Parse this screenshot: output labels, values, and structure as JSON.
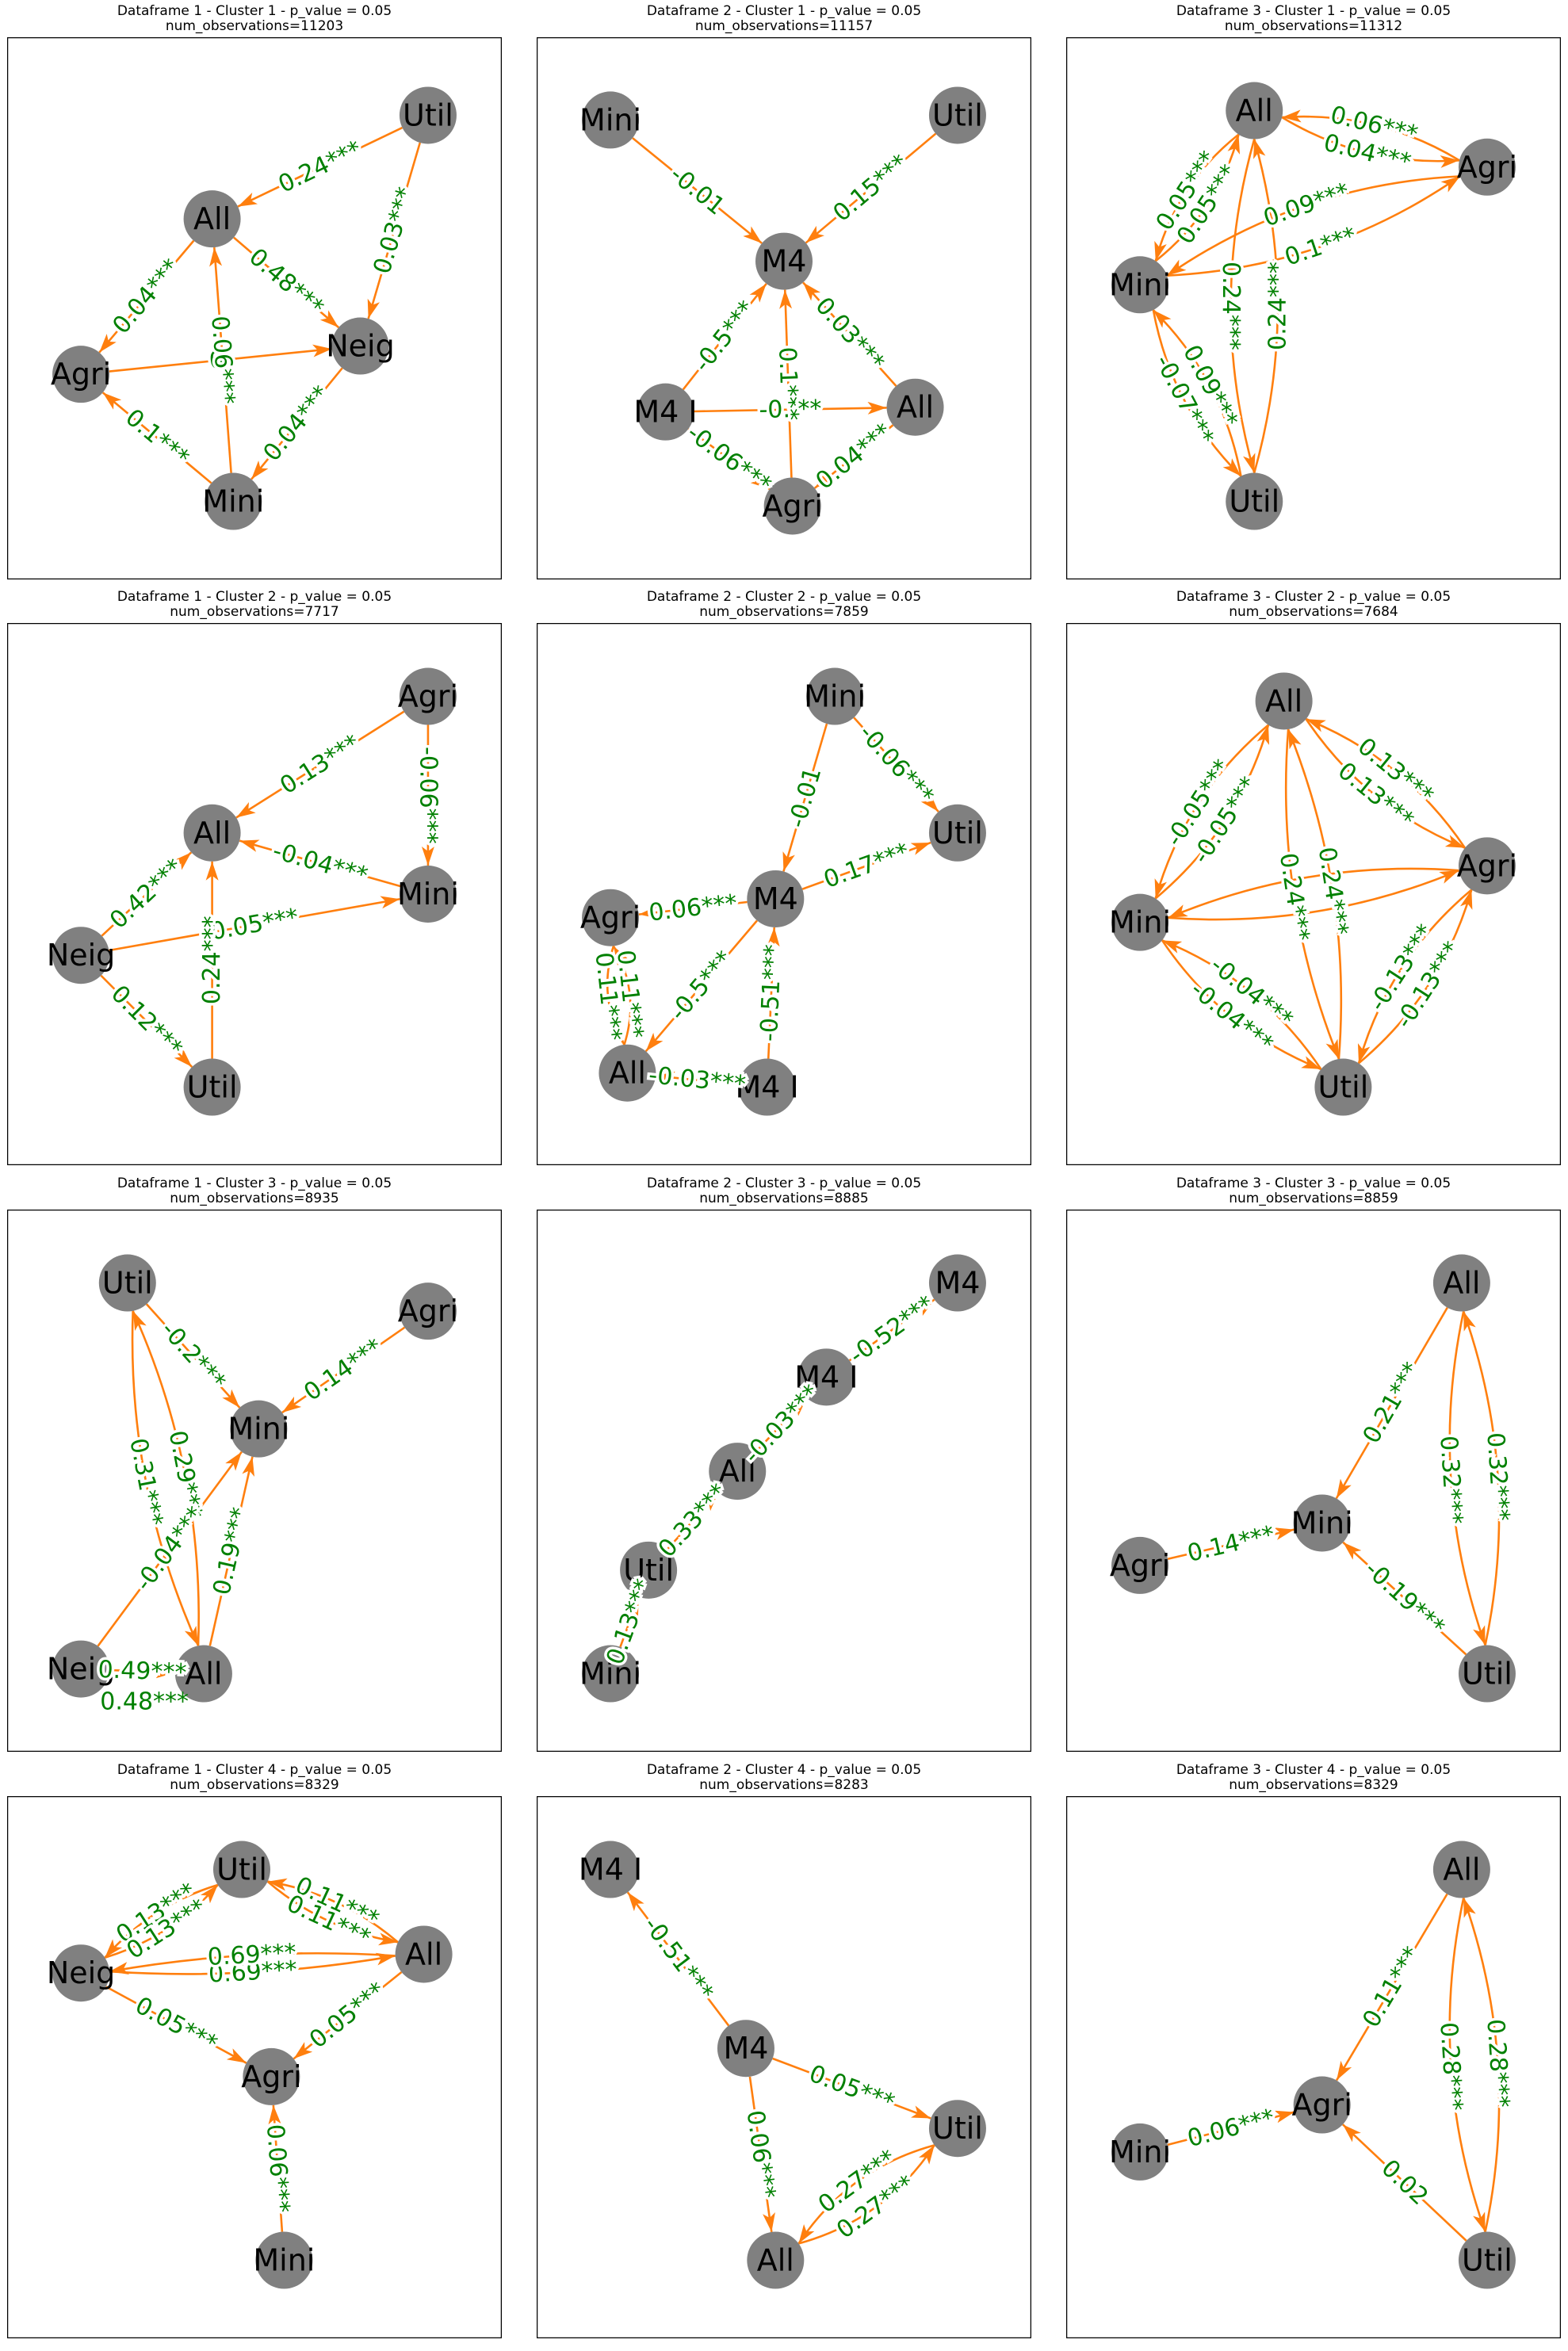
{
  "colors": {
    "node": "#808080",
    "edge": "#ff7f0e",
    "edge_label": "#008000",
    "frame": "#000000",
    "background": "#ffffff"
  },
  "panels": [
    {
      "title": "Dataframe 1 - Cluster 1 - p_value = 0.05",
      "subtitle": "num_observations=11203",
      "nodes": [
        {
          "id": "Util",
          "label": "Util",
          "p": [
            0.91,
            0.09
          ]
        },
        {
          "id": "All",
          "label": "All",
          "p": [
            0.4,
            0.31
          ]
        },
        {
          "id": "Neig",
          "label": "Neig",
          "p": [
            0.75,
            0.58
          ]
        },
        {
          "id": "Agri",
          "label": "Agri",
          "p": [
            0.09,
            0.64
          ]
        },
        {
          "id": "Mini",
          "label": "Mini",
          "p": [
            0.45,
            0.91
          ]
        }
      ],
      "edges": [
        {
          "from": "Util",
          "to": "All",
          "label": "0.24***"
        },
        {
          "from": "Util",
          "to": "Neig",
          "label": "0.03***"
        },
        {
          "from": "All",
          "to": "Agri",
          "label": "0.04***"
        },
        {
          "from": "All",
          "to": "Neig",
          "label": "0.48***"
        },
        {
          "from": "Agri",
          "to": "Neig",
          "label": "0."
        },
        {
          "from": "Mini",
          "to": "All",
          "label": "0.06***"
        },
        {
          "from": "Mini",
          "to": "Agri",
          "label": "0.1***"
        },
        {
          "from": "Neig",
          "to": "Mini",
          "label": "0.04***"
        }
      ]
    },
    {
      "title": "Dataframe 2 - Cluster 1 - p_value = 0.05",
      "subtitle": "num_observations=11157",
      "nodes": [
        {
          "id": "Mini",
          "label": "Mini",
          "p": [
            0.09,
            0.1
          ]
        },
        {
          "id": "Util",
          "label": "Util",
          "p": [
            0.91,
            0.09
          ]
        },
        {
          "id": "M4",
          "label": "M4",
          "p": [
            0.5,
            0.4
          ]
        },
        {
          "id": "M4I",
          "label": "M4 I",
          "p": [
            0.22,
            0.72
          ]
        },
        {
          "id": "All",
          "label": "All",
          "p": [
            0.81,
            0.71
          ]
        },
        {
          "id": "Agri",
          "label": "Agri",
          "p": [
            0.52,
            0.92
          ]
        }
      ],
      "edges": [
        {
          "from": "Mini",
          "to": "M4",
          "label": "-0.01"
        },
        {
          "from": "Util",
          "to": "M4",
          "label": "0.15***"
        },
        {
          "from": "M4I",
          "to": "M4",
          "label": "-0.5***"
        },
        {
          "from": "Agri",
          "to": "M4",
          "label": "0.1***"
        },
        {
          "from": "All",
          "to": "M4",
          "label": "0.03***"
        },
        {
          "from": "M4I",
          "to": "All",
          "label": "-0.      **"
        },
        {
          "from": "M4I",
          "to": "Agri",
          "label": "-0.06***"
        },
        {
          "from": "All",
          "to": "Agri",
          "label": "0.04***"
        }
      ]
    },
    {
      "title": "Dataframe 3 - Cluster 1 - p_value = 0.05",
      "subtitle": "num_observations=11312",
      "nodes": [
        {
          "id": "All",
          "label": "All",
          "p": [
            0.36,
            0.08
          ]
        },
        {
          "id": "Agri",
          "label": "Agri",
          "p": [
            0.91,
            0.2
          ]
        },
        {
          "id": "Mini",
          "label": "Mini",
          "p": [
            0.09,
            0.45
          ]
        },
        {
          "id": "Util",
          "label": "Util",
          "p": [
            0.36,
            0.91
          ]
        }
      ],
      "edges": [
        {
          "from": "Agri",
          "to": "All",
          "label": "0.06***",
          "bend": 0.12
        },
        {
          "from": "All",
          "to": "Agri",
          "label": "0.04***",
          "bend": 0.12
        },
        {
          "from": "Mini",
          "to": "All",
          "label": "0.05***",
          "bend": 0.12
        },
        {
          "from": "All",
          "to": "Mini",
          "label": "0.05***",
          "bend": 0.12
        },
        {
          "from": "Agri",
          "to": "Mini",
          "label": "0.09***",
          "bend": 0.12
        },
        {
          "from": "Mini",
          "to": "Agri",
          "label": "0.1***",
          "bend": 0.12
        },
        {
          "from": "Util",
          "to": "All",
          "label": "0.24***",
          "bend": 0.12
        },
        {
          "from": "All",
          "to": "Util",
          "label": "0.24***",
          "bend": 0.12
        },
        {
          "from": "Mini",
          "to": "Util",
          "label": "-0.07***",
          "bend": 0.12
        },
        {
          "from": "Util",
          "to": "Mini",
          "label": "0.09***",
          "bend": 0.12
        }
      ]
    },
    {
      "title": "Dataframe 1 - Cluster 2 - p_value = 0.05",
      "subtitle": "num_observations=7717",
      "nodes": [
        {
          "id": "Agri",
          "label": "Agri",
          "p": [
            0.91,
            0.08
          ]
        },
        {
          "id": "All",
          "label": "All",
          "p": [
            0.4,
            0.37
          ]
        },
        {
          "id": "Mini",
          "label": "Mini",
          "p": [
            0.91,
            0.5
          ]
        },
        {
          "id": "Neig",
          "label": "Neig",
          "p": [
            0.09,
            0.63
          ]
        },
        {
          "id": "Util",
          "label": "Util",
          "p": [
            0.4,
            0.91
          ]
        }
      ],
      "edges": [
        {
          "from": "Agri",
          "to": "All",
          "label": "0.13***"
        },
        {
          "from": "Agri",
          "to": "Mini",
          "label": "-0.06***"
        },
        {
          "from": "Mini",
          "to": "All",
          "label": "-0.04***"
        },
        {
          "from": "Neig",
          "to": "All",
          "label": "0.42***"
        },
        {
          "from": "Neig",
          "to": "Mini",
          "label": "0.05***"
        },
        {
          "from": "Util",
          "to": "All",
          "label": "0.24***"
        },
        {
          "from": "Neig",
          "to": "Util",
          "label": "0.12***"
        }
      ]
    },
    {
      "title": "Dataframe 2 - Cluster 2 - p_value = 0.05",
      "subtitle": "num_observations=7859",
      "nodes": [
        {
          "id": "Mini",
          "label": "Mini",
          "p": [
            0.62,
            0.08
          ]
        },
        {
          "id": "Util",
          "label": "Util",
          "p": [
            0.91,
            0.37
          ]
        },
        {
          "id": "M4",
          "label": "M4",
          "p": [
            0.48,
            0.51
          ]
        },
        {
          "id": "Agri",
          "label": "Agri",
          "p": [
            0.09,
            0.55
          ]
        },
        {
          "id": "All",
          "label": "All",
          "p": [
            0.13,
            0.88
          ]
        },
        {
          "id": "M4I",
          "label": "M4 I",
          "p": [
            0.46,
            0.91
          ]
        }
      ],
      "edges": [
        {
          "from": "Mini",
          "to": "M4",
          "label": "-0.01"
        },
        {
          "from": "Mini",
          "to": "Util",
          "label": "-0.06***"
        },
        {
          "from": "M4",
          "to": "Util",
          "label": "0.17***"
        },
        {
          "from": "M4",
          "to": "Agri",
          "label": "0.06***"
        },
        {
          "from": "M4I",
          "to": "M4",
          "label": "-0.51***"
        },
        {
          "from": "M4",
          "to": "All",
          "label": "-0.5***"
        },
        {
          "from": "All",
          "to": "Agri",
          "label": "0.11***",
          "bend": 0.14
        },
        {
          "from": "Agri",
          "to": "All",
          "label": "0.11***",
          "bend": 0.14
        },
        {
          "from": "M4I",
          "to": "All",
          "label": "-0.03***"
        }
      ]
    },
    {
      "title": "Dataframe 3 - Cluster 2 - p_value = 0.05",
      "subtitle": "num_observations=7684",
      "nodes": [
        {
          "id": "All",
          "label": "All",
          "p": [
            0.43,
            0.09
          ]
        },
        {
          "id": "Agri",
          "label": "Agri",
          "p": [
            0.91,
            0.44
          ]
        },
        {
          "id": "Mini",
          "label": "Mini",
          "p": [
            0.09,
            0.56
          ]
        },
        {
          "id": "Util",
          "label": "Util",
          "p": [
            0.57,
            0.91
          ]
        }
      ],
      "edges": [
        {
          "from": "Agri",
          "to": "All",
          "label": "0.13***",
          "bend": 0.12
        },
        {
          "from": "All",
          "to": "Agri",
          "label": "0.13***",
          "bend": 0.12
        },
        {
          "from": "Mini",
          "to": "All",
          "label": "-0.05***",
          "bend": 0.12
        },
        {
          "from": "All",
          "to": "Mini",
          "label": "-0.05***",
          "bend": 0.12
        },
        {
          "from": "Util",
          "to": "All",
          "label": "0.24***",
          "bend": 0.1
        },
        {
          "from": "All",
          "to": "Util",
          "label": "0.24***",
          "bend": 0.1
        },
        {
          "from": "Mini",
          "to": "Agri",
          "label": "",
          "bend": 0.1
        },
        {
          "from": "Agri",
          "to": "Mini",
          "label": "",
          "bend": 0.1
        },
        {
          "from": "Util",
          "to": "Mini",
          "label": "-0.04***",
          "bend": 0.12
        },
        {
          "from": "Mini",
          "to": "Util",
          "label": "-0.04***",
          "bend": 0.12
        },
        {
          "from": "Util",
          "to": "Agri",
          "label": "-0.13***",
          "bend": 0.12
        },
        {
          "from": "Agri",
          "to": "Util",
          "label": "-0.13***",
          "bend": 0.12
        }
      ]
    },
    {
      "title": "Dataframe 1 - Cluster 3 - p_value = 0.05",
      "subtitle": "num_observations=8935",
      "nodes": [
        {
          "id": "Util",
          "label": "Util",
          "p": [
            0.2,
            0.08
          ]
        },
        {
          "id": "Agri",
          "label": "Agri",
          "p": [
            0.91,
            0.14
          ]
        },
        {
          "id": "Mini",
          "label": "Mini",
          "p": [
            0.51,
            0.39
          ]
        },
        {
          "id": "Neig",
          "label": "Neig",
          "p": [
            0.09,
            0.9
          ]
        },
        {
          "id": "All",
          "label": "All",
          "p": [
            0.38,
            0.91
          ]
        }
      ],
      "edges": [
        {
          "from": "Util",
          "to": "Mini",
          "label": "-0.2***"
        },
        {
          "from": "Agri",
          "to": "Mini",
          "label": "0.14***"
        },
        {
          "from": "All",
          "to": "Util",
          "label": "0.29***",
          "bend": 0.1
        },
        {
          "from": "Util",
          "to": "All",
          "label": "0.31***",
          "bend": 0.1
        },
        {
          "from": "All",
          "to": "Mini",
          "label": "0.19***"
        },
        {
          "from": "Neig",
          "to": "Mini",
          "label": "-0.04***"
        },
        {
          "from": "Neig",
          "to": "All",
          "label": "0.49***"
        }
      ],
      "extra_labels": [
        {
          "label": "0.48***",
          "p": [
            0.24,
            0.97
          ],
          "angle": 0
        }
      ]
    },
    {
      "title": "Dataframe 2 - Cluster 3 - p_value = 0.05",
      "subtitle": "num_observations=8885",
      "nodes": [
        {
          "id": "M4",
          "label": "M4",
          "p": [
            0.91,
            0.08
          ]
        },
        {
          "id": "M4I",
          "label": "M4 I",
          "p": [
            0.6,
            0.28
          ]
        },
        {
          "id": "All",
          "label": "All",
          "p": [
            0.39,
            0.48
          ]
        },
        {
          "id": "Util",
          "label": "Util",
          "p": [
            0.18,
            0.69
          ]
        },
        {
          "id": "Mini",
          "label": "Mini",
          "p": [
            0.09,
            0.91
          ]
        }
      ],
      "edges": [
        {
          "from": "M4I",
          "to": "M4",
          "label": "-0.52***"
        },
        {
          "from": "All",
          "to": "M4I",
          "label": "-0.03***"
        },
        {
          "from": "Util",
          "to": "All",
          "label": "0.33***"
        },
        {
          "from": "Mini",
          "to": "Util",
          "label": "0.13***"
        }
      ]
    },
    {
      "title": "Dataframe 3 - Cluster 3 - p_value = 0.05",
      "subtitle": "num_observations=8859",
      "nodes": [
        {
          "id": "All",
          "label": "All",
          "p": [
            0.85,
            0.08
          ]
        },
        {
          "id": "Mini",
          "label": "Mini",
          "p": [
            0.52,
            0.59
          ]
        },
        {
          "id": "Agri",
          "label": "Agri",
          "p": [
            0.09,
            0.68
          ]
        },
        {
          "id": "Util",
          "label": "Util",
          "p": [
            0.91,
            0.91
          ]
        }
      ],
      "edges": [
        {
          "from": "All",
          "to": "Mini",
          "label": "0.21***"
        },
        {
          "from": "Agri",
          "to": "Mini",
          "label": "0.14***"
        },
        {
          "from": "Util",
          "to": "Mini",
          "label": "-0.19***"
        },
        {
          "from": "Util",
          "to": "All",
          "label": "0.32***",
          "bend": 0.12
        },
        {
          "from": "All",
          "to": "Util",
          "label": "0.32***",
          "bend": 0.12
        }
      ]
    },
    {
      "title": "Dataframe 1 - Cluster 4 - p_value = 0.05",
      "subtitle": "num_observations=8329",
      "nodes": [
        {
          "id": "Util",
          "label": "Util",
          "p": [
            0.47,
            0.08
          ]
        },
        {
          "id": "All",
          "label": "All",
          "p": [
            0.9,
            0.26
          ]
        },
        {
          "id": "Neig",
          "label": "Neig",
          "p": [
            0.09,
            0.3
          ]
        },
        {
          "id": "Agri",
          "label": "Agri",
          "p": [
            0.54,
            0.52
          ]
        },
        {
          "id": "Mini",
          "label": "Mini",
          "p": [
            0.57,
            0.91
          ]
        }
      ],
      "edges": [
        {
          "from": "Util",
          "to": "Neig",
          "label": "0.13***",
          "bend": 0.1
        },
        {
          "from": "All",
          "to": "Util",
          "label": "0.11***",
          "bend": 0.1
        },
        {
          "from": "Neig",
          "to": "Util",
          "label": "0.13***",
          "bend": 0.1
        },
        {
          "from": "Util",
          "to": "All",
          "label": "0.11***",
          "bend": 0.1
        },
        {
          "from": "Neig",
          "to": "All",
          "label": "0.69***",
          "bend": 0.05
        },
        {
          "from": "All",
          "to": "Neig",
          "label": "0.69***",
          "bend": 0.05
        },
        {
          "from": "Neig",
          "to": "Agri",
          "label": "0.05***"
        },
        {
          "from": "All",
          "to": "Agri",
          "label": "0.05***"
        },
        {
          "from": "Mini",
          "to": "Agri",
          "label": "0.06***"
        }
      ]
    },
    {
      "title": "Dataframe 2 - Cluster 4 - p_value = 0.05",
      "subtitle": "num_observations=8283",
      "nodes": [
        {
          "id": "M4I",
          "label": "M4 I",
          "p": [
            0.09,
            0.08
          ]
        },
        {
          "id": "M4",
          "label": "M4",
          "p": [
            0.41,
            0.46
          ]
        },
        {
          "id": "Util",
          "label": "Util",
          "p": [
            0.91,
            0.63
          ]
        },
        {
          "id": "All",
          "label": "All",
          "p": [
            0.48,
            0.91
          ]
        }
      ],
      "edges": [
        {
          "from": "M4",
          "to": "M4I",
          "label": "-0.51***"
        },
        {
          "from": "M4",
          "to": "Util",
          "label": "0.05***"
        },
        {
          "from": "M4",
          "to": "All",
          "label": "0.06***"
        },
        {
          "from": "All",
          "to": "Util",
          "label": "0.27***",
          "bend": 0.14
        },
        {
          "from": "Util",
          "to": "All",
          "label": "0.27***",
          "bend": 0.14
        }
      ]
    },
    {
      "title": "Dataframe 3 - Cluster 4 - p_value = 0.05",
      "subtitle": "num_observations=8329",
      "nodes": [
        {
          "id": "All",
          "label": "All",
          "p": [
            0.85,
            0.08
          ]
        },
        {
          "id": "Agri",
          "label": "Agri",
          "p": [
            0.52,
            0.58
          ]
        },
        {
          "id": "Mini",
          "label": "Mini",
          "p": [
            0.09,
            0.68
          ]
        },
        {
          "id": "Util",
          "label": "Util",
          "p": [
            0.91,
            0.91
          ]
        }
      ],
      "edges": [
        {
          "from": "All",
          "to": "Agri",
          "label": "0.11***"
        },
        {
          "from": "Mini",
          "to": "Agri",
          "label": "0.06***"
        },
        {
          "from": "Util",
          "to": "Agri",
          "label": "0.02"
        },
        {
          "from": "Util",
          "to": "All",
          "label": "0.28***",
          "bend": 0.12
        },
        {
          "from": "All",
          "to": "Util",
          "label": "0.28***",
          "bend": 0.12
        }
      ]
    }
  ]
}
